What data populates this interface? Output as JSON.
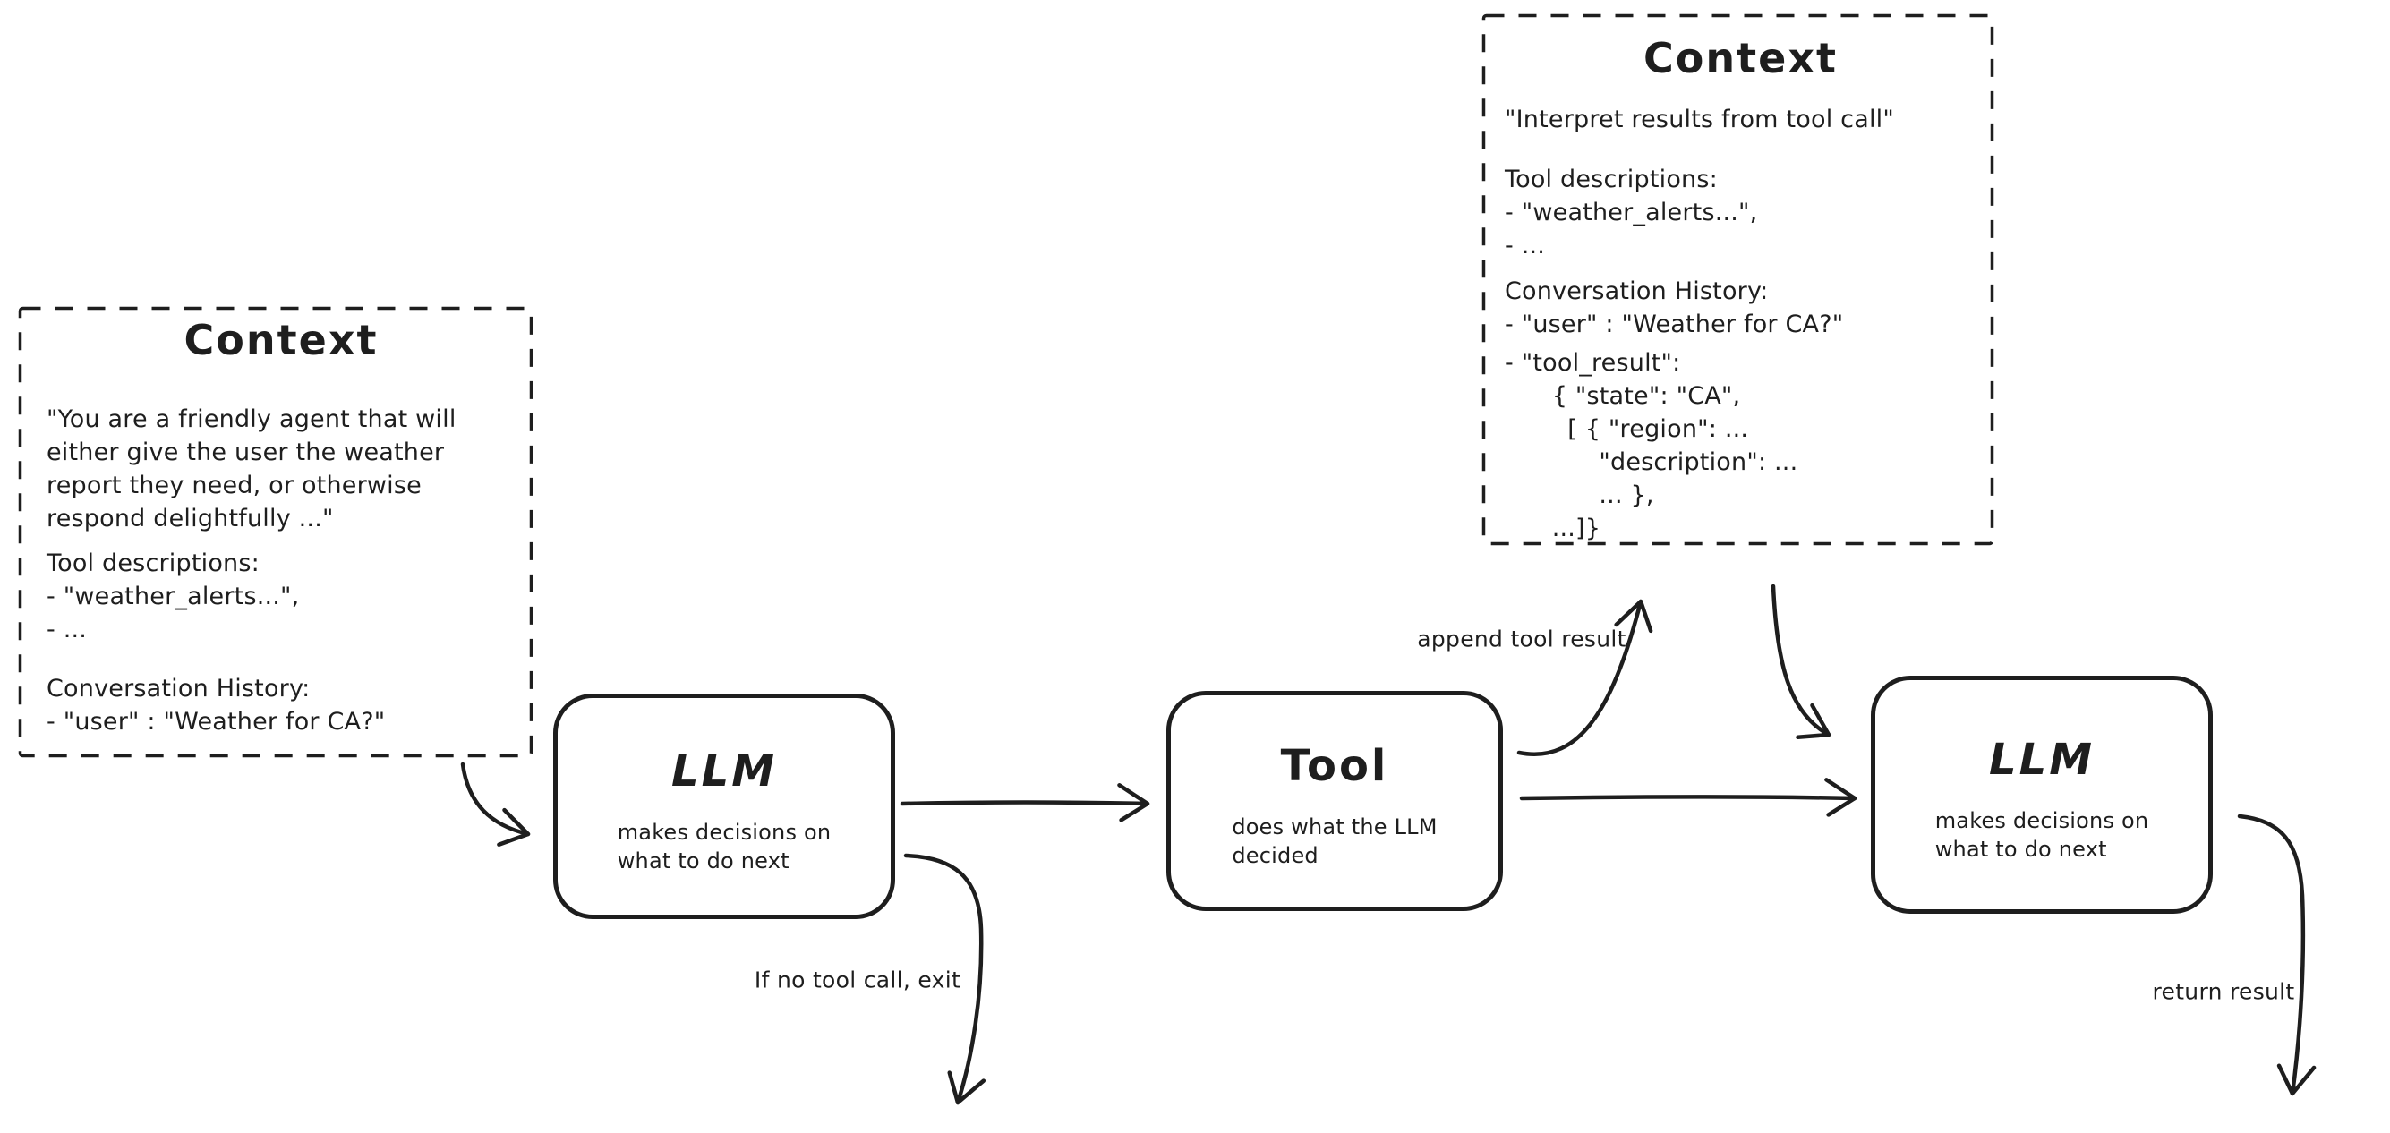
{
  "diagram": {
    "stroke_color": "#1e1e1e",
    "background_color": "#ffffff"
  },
  "context_left": {
    "title": "Context",
    "sections": {
      "system_prompt": [
        "\"You are a friendly agent that will",
        "either give the user the weather",
        "report they need, or otherwise",
        "respond delightfully ...\""
      ],
      "tool_descriptions": [
        "Tool descriptions:",
        "- \"weather_alerts...\",",
        "- ..."
      ],
      "conversation_history": [
        "Conversation History:",
        "- \"user\" : \"Weather for CA?\""
      ]
    }
  },
  "context_top_right": {
    "title": "Context",
    "sections": {
      "instruction": [
        "\"Interpret results from tool call\""
      ],
      "tool_descriptions": [
        "Tool descriptions:",
        "- \"weather_alerts...\",",
        "- ..."
      ],
      "conversation_history": [
        "Conversation History:",
        "- \"user\" : \"Weather for CA?\""
      ],
      "tool_result": [
        "- \"tool_result\":",
        "      { \"state\": \"CA\",",
        "        [ { \"region\": ...",
        "            \"description\": ...",
        "            ... },",
        "      ...]}"
      ]
    }
  },
  "nodes": {
    "llm1": {
      "title": "LLM",
      "subtitle": [
        "makes decisions on",
        "what to do next"
      ]
    },
    "tool": {
      "title": "Tool",
      "subtitle": [
        "does what the LLM",
        "decided"
      ]
    },
    "llm2": {
      "title": "LLM",
      "subtitle": [
        "makes decisions on",
        "what to do next"
      ]
    }
  },
  "edge_labels": {
    "append_tool_result": "append tool result",
    "if_no_tool_call_exit": "If no tool call, exit",
    "return_result": "return result"
  }
}
